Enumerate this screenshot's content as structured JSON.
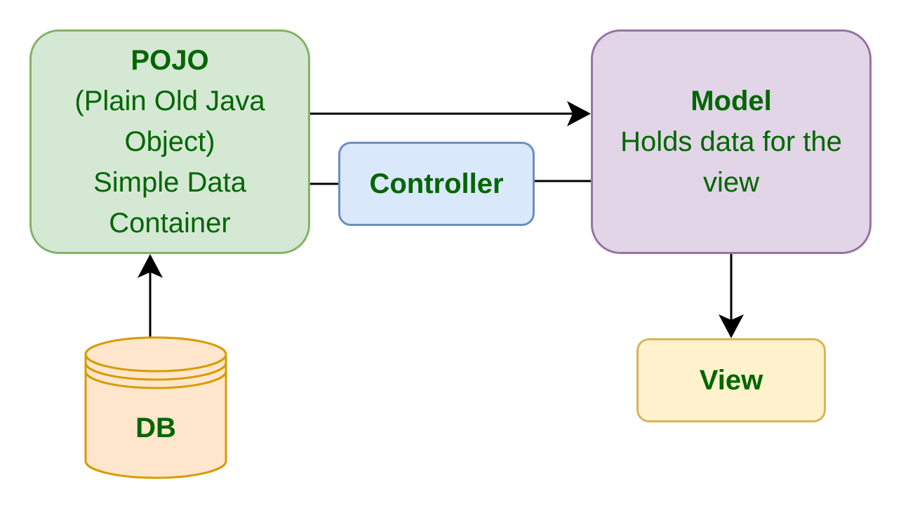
{
  "pojo": {
    "title": "POJO",
    "lines": [
      "(Plain Old Java",
      "Object)",
      "Simple Data",
      "Container"
    ]
  },
  "model": {
    "title": "Model",
    "lines": [
      "Holds data for the",
      "view"
    ]
  },
  "controller": {
    "title": "Controller"
  },
  "view": {
    "title": "View"
  },
  "db": {
    "title": "DB"
  },
  "colors": {
    "text": "#006600",
    "pojo_fill": "#d5e8d4",
    "pojo_stroke": "#82b366",
    "model_fill": "#e1d5e7",
    "model_stroke": "#9673a6",
    "controller_fill": "#dae8fc",
    "controller_stroke": "#6c8ebf",
    "view_fill": "#fff2cc",
    "view_stroke": "#d6b656",
    "db_fill": "#ffe6cc",
    "db_stroke": "#d79b00",
    "edge": "#000000"
  }
}
